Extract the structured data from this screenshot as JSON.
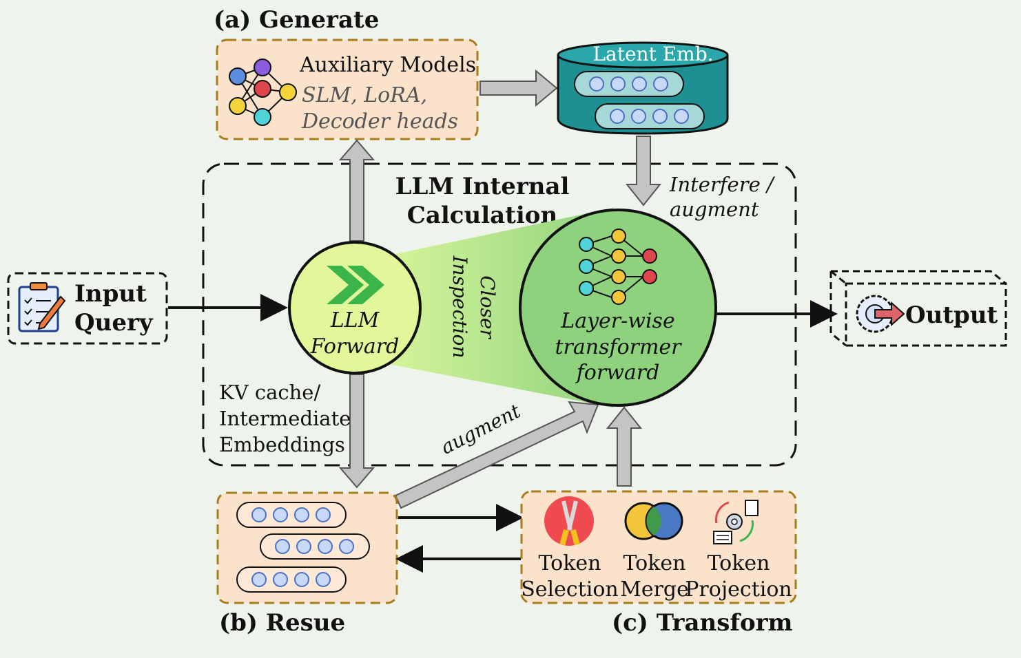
{
  "sections": {
    "generate": "(a) Generate",
    "reuse": "(b) Resue",
    "transform": "(c) Transform"
  },
  "auxiliary": {
    "title": "Auxiliary Models",
    "line1": "SLM, LoRA,",
    "line2": "Decoder heads"
  },
  "latent": {
    "label": "Latent Emb."
  },
  "internal": {
    "line1": "LLM Internal",
    "line2": "Calculation"
  },
  "interfere": {
    "line1": "Interfere /",
    "line2": "augment"
  },
  "input": {
    "line1": "Input",
    "line2": "Query"
  },
  "output": {
    "label": "Output"
  },
  "llm_forward": {
    "line1": "LLM",
    "line2": "Forward"
  },
  "closer": {
    "line1": "Closer",
    "line2": "Inspection"
  },
  "layerwise": {
    "line1": "Layer-wise",
    "line2": "transformer",
    "line3": "forward"
  },
  "kv": {
    "line1": "KV cache/",
    "line2": "Intermediate",
    "line3": "Embeddings"
  },
  "augment_arrow": "augment",
  "tokens": {
    "selection": {
      "line1": "Token",
      "line2": "Selection"
    },
    "merge": {
      "line1": "Token",
      "line2": "Merge"
    },
    "projection": {
      "line1": "Token",
      "line2": "Projection"
    }
  },
  "colors": {
    "orange_box": "#fbe3cb",
    "dash_brown": "#a77d1b",
    "teal": "#1e8f92",
    "green_big": "#8fd27e",
    "green_small": "#e2f79a",
    "arrow_gray": "#c4c4c4"
  }
}
